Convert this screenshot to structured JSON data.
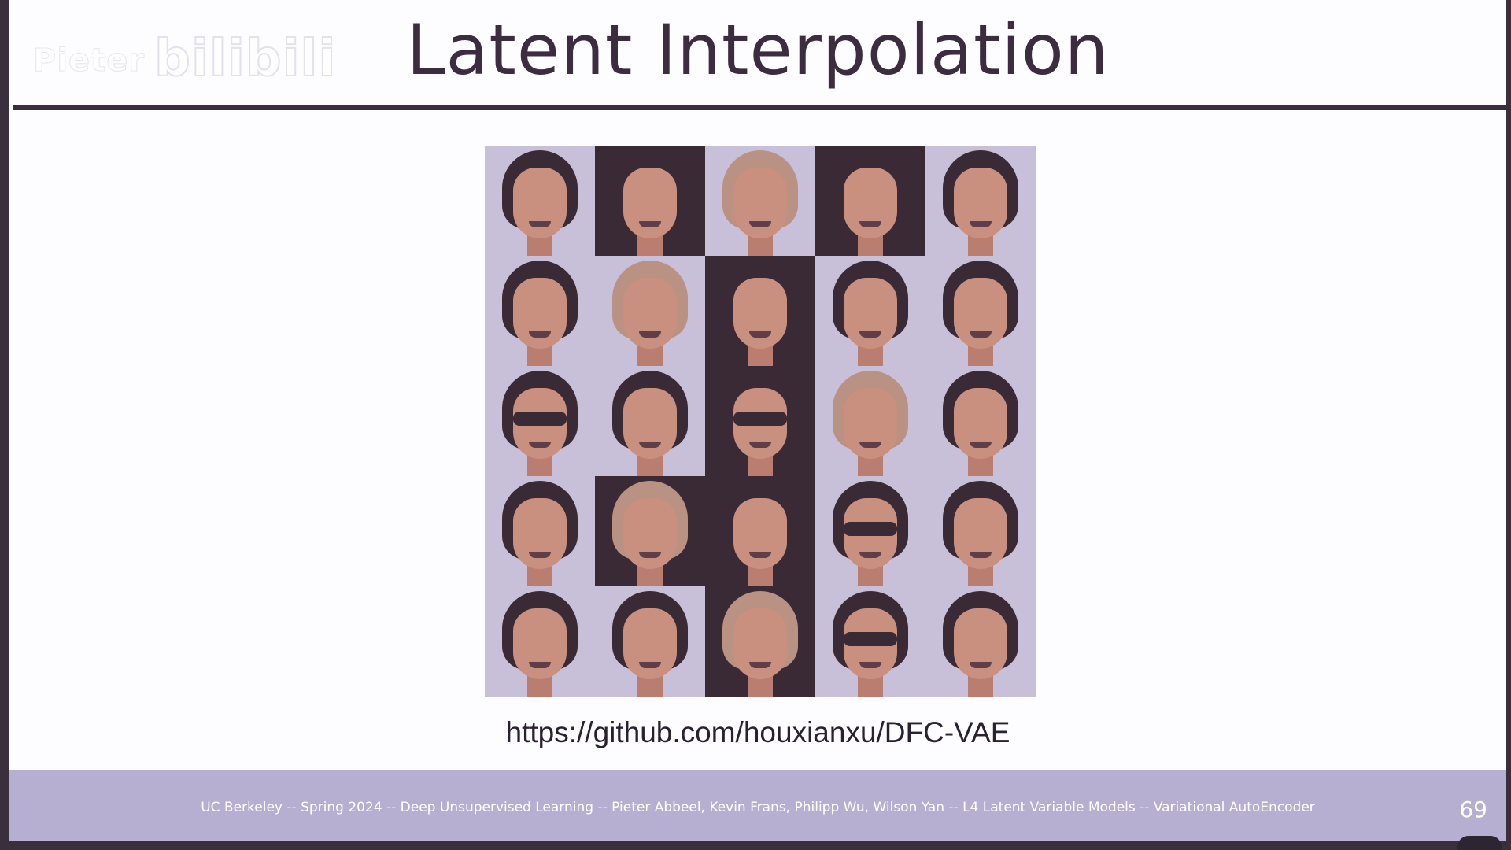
{
  "watermark": {
    "text": "Pieter",
    "logo": "bilibili"
  },
  "slide": {
    "title": "Latent Interpolation",
    "link": "https://github.com/houxianxu/DFC-VAE",
    "footer": "UC Berkeley -- Spring 2024 -- Deep Unsupervised Learning -- Pieter Abbeel, Kevin Frans, Philipp Wu, Wilson Yan -- L4 Latent Variable Models -- Variational AutoEncoder",
    "page_number": "69"
  },
  "image_grid": {
    "rows": 5,
    "cols": 5,
    "colors": {
      "light": "#c8bfd9",
      "dark": "#3a2a35",
      "skin": "#c98f7f",
      "hair_light": "#b99283"
    },
    "cells": [
      {
        "bg": "light",
        "hair": "dark",
        "glasses": false
      },
      {
        "bg": "dark",
        "hair": "dark",
        "glasses": false
      },
      {
        "bg": "light",
        "hair": "hair_light",
        "glasses": false
      },
      {
        "bg": "dark",
        "hair": "dark",
        "glasses": false
      },
      {
        "bg": "light",
        "hair": "dark",
        "glasses": false
      },
      {
        "bg": "light",
        "hair": "dark",
        "glasses": false
      },
      {
        "bg": "light",
        "hair": "hair_light",
        "glasses": false
      },
      {
        "bg": "dark",
        "hair": "dark",
        "glasses": false
      },
      {
        "bg": "light",
        "hair": "dark",
        "glasses": false
      },
      {
        "bg": "light",
        "hair": "dark",
        "glasses": false
      },
      {
        "bg": "light",
        "hair": "dark",
        "glasses": true
      },
      {
        "bg": "light",
        "hair": "dark",
        "glasses": false
      },
      {
        "bg": "dark",
        "hair": "dark",
        "glasses": true
      },
      {
        "bg": "light",
        "hair": "hair_light",
        "glasses": false
      },
      {
        "bg": "light",
        "hair": "dark",
        "glasses": false
      },
      {
        "bg": "light",
        "hair": "dark",
        "glasses": false
      },
      {
        "bg": "dark",
        "hair": "hair_light",
        "glasses": false
      },
      {
        "bg": "dark",
        "hair": "dark",
        "glasses": false
      },
      {
        "bg": "light",
        "hair": "dark",
        "glasses": true
      },
      {
        "bg": "light",
        "hair": "dark",
        "glasses": false
      },
      {
        "bg": "light",
        "hair": "dark",
        "glasses": false
      },
      {
        "bg": "light",
        "hair": "dark",
        "glasses": false
      },
      {
        "bg": "dark",
        "hair": "hair_light",
        "glasses": false
      },
      {
        "bg": "light",
        "hair": "dark",
        "glasses": true
      },
      {
        "bg": "light",
        "hair": "dark",
        "glasses": false
      }
    ]
  }
}
